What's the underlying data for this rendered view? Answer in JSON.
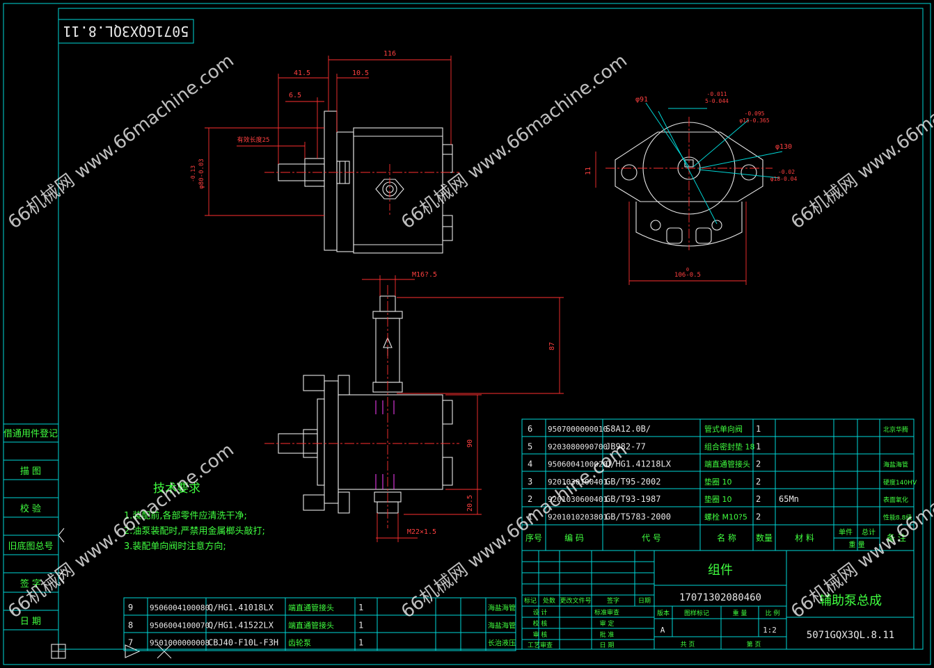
{
  "drawing": {
    "top_code": "5071GQX3QL.8.11",
    "tech_title": "技术要求",
    "tech_items": [
      "1.装配前,各部零件应清洗干净;",
      "2.油泵装配时,严禁用金属榔头敲打;",
      "3.装配单向阀时注意方向;"
    ],
    "left_labels": [
      "借通用件登记",
      "描 图",
      "校 验",
      "旧底图总号",
      "签 字",
      "日 期"
    ],
    "dims": {
      "d116": "116",
      "d41_5": "41.5",
      "d10_5": "10.5",
      "d6_5": "6.5",
      "spline": "有效长度25",
      "d80": "φ80-0.03",
      "d80b": "-0.13",
      "m16": "M16?.5",
      "d87": "87",
      "d90": "90",
      "d20_5": "20.5",
      "m22": "M22×1.5",
      "phi91": "φ91",
      "key_a": "-0.011",
      "key_b": "5-0.044",
      "phi15a": "-0.095",
      "phi15b": "φ15-0.365",
      "phi130": "φ130",
      "phi18a": "-0.02",
      "phi18b": "φ18-0.04",
      "d11": "11",
      "d106a": "0",
      "d106b": "106-0.5"
    },
    "bom_upper": [
      {
        "no": "6",
        "code": "9507000000010",
        "std": "S8A12.0B/",
        "name": "管式单向阀",
        "qty": "1",
        "mat": "",
        "weight": "",
        "note": "北京华腾"
      },
      {
        "no": "5",
        "code": "9203080090700",
        "std": "JB982-77",
        "name": "组合密封垫 18",
        "qty": "1",
        "mat": "",
        "weight": "",
        "note": ""
      },
      {
        "no": "4",
        "code": "9506004100020",
        "std": "Q/HG1.41218LX",
        "name": "端直通管接头",
        "qty": "2",
        "mat": "",
        "weight": "",
        "note": "海盐海管"
      },
      {
        "no": "3",
        "code": "9201030100401",
        "std": "GB/T95-2002",
        "name": "垫圈 10",
        "qty": "2",
        "mat": "",
        "weight": "",
        "note": "硬度140HV"
      },
      {
        "no": "2",
        "code": "9201030600401",
        "std": "GB/T93-1987",
        "name": "垫圈 10",
        "qty": "2",
        "mat": "65Mn",
        "weight": "",
        "note": "表面氧化"
      },
      {
        "no": "1",
        "code": "9201010203801",
        "std": "GB/T5783-2000",
        "name": "螺栓 M10?5",
        "qty": "2",
        "mat": "",
        "weight": "",
        "note": "性能8.8级"
      }
    ],
    "bom_header": {
      "no": "序号",
      "code": "编 码",
      "std": "代 号",
      "name": "名 称",
      "qty": "数量",
      "mat": "材 料",
      "unit_w": "单件",
      "total_w": "总计",
      "weight_label": "重 量",
      "note": "备 注"
    },
    "bom_lower": [
      {
        "no": "9",
        "code": "9506004100080",
        "std": "Q/HG1.41018LX",
        "name": "端直通管接头",
        "qty": "1",
        "note": "海盐海管"
      },
      {
        "no": "8",
        "code": "9506004100070",
        "std": "Q/HG1.41522LX",
        "name": "端直通管接头",
        "qty": "1",
        "note": "海盐海管"
      },
      {
        "no": "7",
        "code": "9501000000008",
        "std": "CBJ40-F10L-F3H",
        "name": "齿轮泵",
        "qty": "1",
        "note": "长治液压"
      }
    ],
    "title_block": {
      "category": "组件",
      "doc_number": "17071302080460",
      "part_name": "辅助泵总成",
      "part_code": "5071GQX3QL.8.11",
      "rev_labels": [
        "标记",
        "处数",
        "更改文件号",
        "签字",
        "日期"
      ],
      "roles": [
        "设 计",
        "校 核",
        "审 核",
        "工艺审查"
      ],
      "roles2": [
        "标准审查",
        "审 定",
        "批 准",
        "日 期"
      ],
      "stage_label": "版本",
      "mark_label": "图样标记",
      "weight_label": "重 量",
      "scale_label": "比 例",
      "stage_value": "A",
      "scale_value": "1:2",
      "sheets_total": "共 页",
      "sheet_no": "第 页"
    },
    "watermark": [
      "66机械网 www.66machine.com"
    ]
  }
}
